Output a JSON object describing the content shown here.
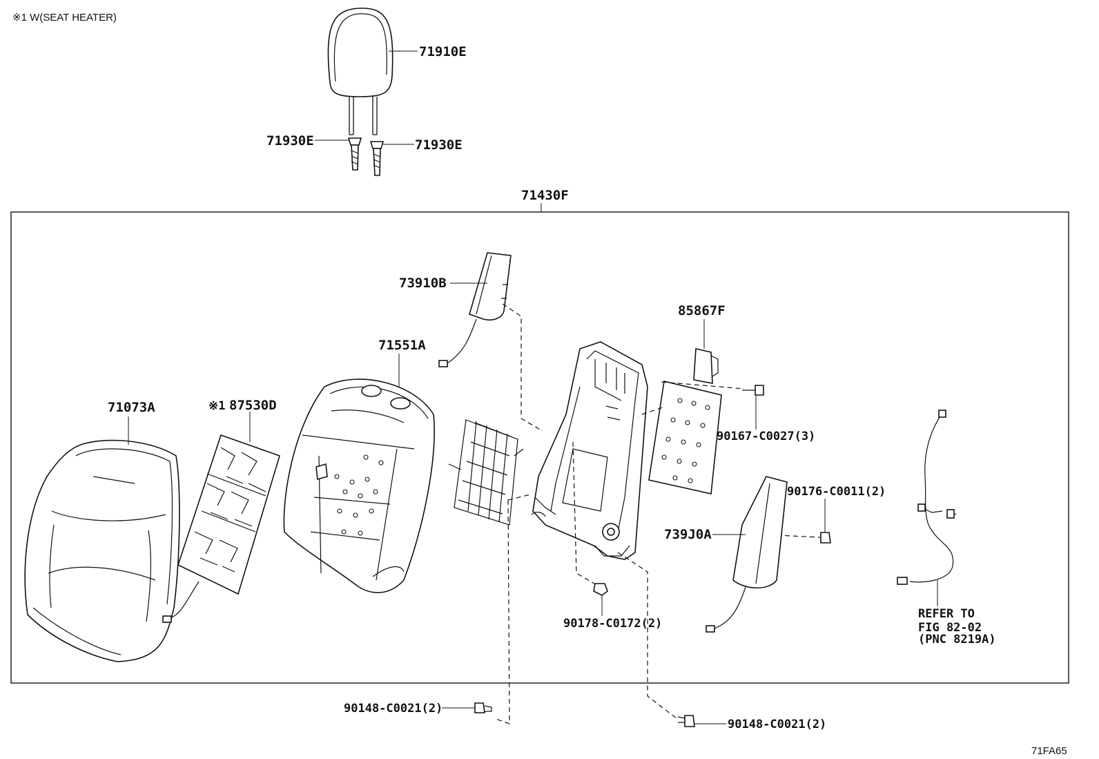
{
  "note": "※1 W(SEAT HEATER)",
  "figure_code": "71FA65",
  "labels": {
    "headrest": "71910E",
    "guide_left": "71930E",
    "guide_right": "71930E",
    "assembly": "71430F",
    "side_airbag": "73910B",
    "pad": "71551A",
    "sensor": "85867F",
    "cover": "71073A",
    "heater": "87530D",
    "heater_mark": "※1",
    "screw_sensor": "90167-C0027(3)",
    "clip": "90176-C0011(2)",
    "side_cover": "739J0A",
    "nut": "90178-C0172(2)",
    "bolt_left": "90148-C0021(2)",
    "bolt_right": "90148-C0021(2)",
    "refer_line1": "REFER TO",
    "refer_line2": "FIG 82-02",
    "refer_line3": "(PNC 8219A)"
  }
}
